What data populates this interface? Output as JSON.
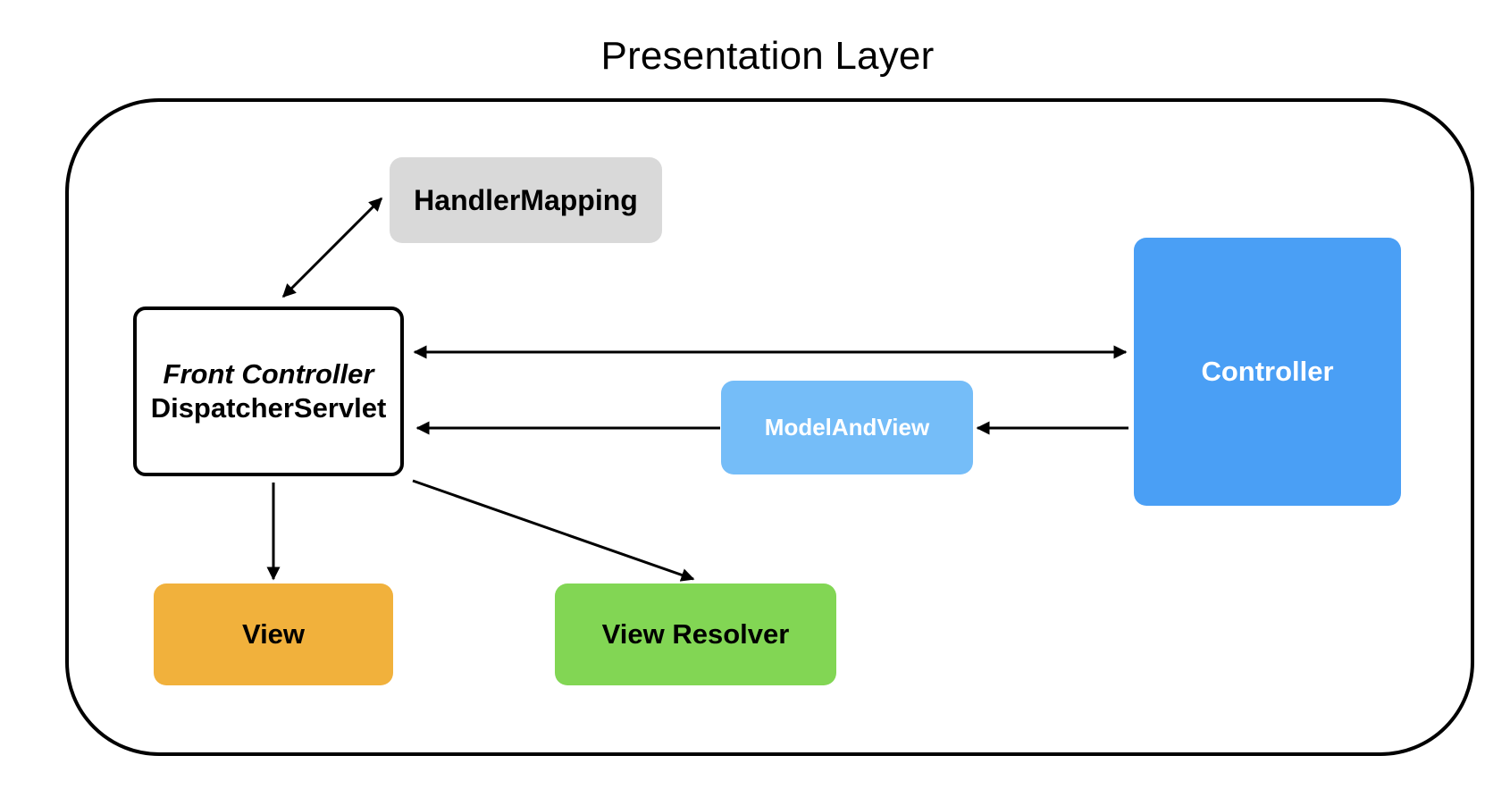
{
  "diagram": {
    "title": "Presentation Layer",
    "nodes": {
      "handler_mapping": {
        "label": "HandlerMapping",
        "color": "#d9d9d9"
      },
      "front_controller": {
        "role": "Front Controller",
        "label": "DispatcherServlet",
        "color": "#ffffff"
      },
      "controller": {
        "label": "Controller",
        "color": "#4a9ff5"
      },
      "model_and_view": {
        "label": "ModelAndView",
        "color": "#75bdf8"
      },
      "view": {
        "label": "View",
        "color": "#f1b13c"
      },
      "view_resolver": {
        "label": "View Resolver",
        "color": "#82d654"
      }
    },
    "edges": [
      {
        "from": "front_controller",
        "to": "handler_mapping",
        "direction": "both"
      },
      {
        "from": "front_controller",
        "to": "controller",
        "direction": "both"
      },
      {
        "from": "controller",
        "to": "model_and_view",
        "direction": "forward"
      },
      {
        "from": "model_and_view",
        "to": "front_controller",
        "direction": "forward"
      },
      {
        "from": "front_controller",
        "to": "view",
        "direction": "forward"
      },
      {
        "from": "front_controller",
        "to": "view_resolver",
        "direction": "forward"
      }
    ]
  }
}
